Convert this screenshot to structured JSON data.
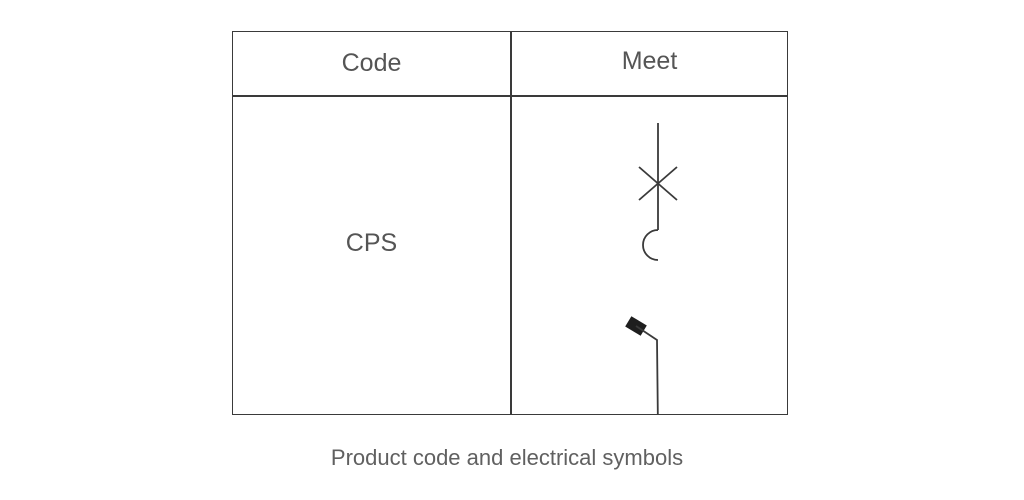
{
  "table": {
    "headers": [
      "Code",
      "Meet"
    ],
    "rows": [
      {
        "code": "CPS",
        "symbol": "electrical-circuit-breaker-symbol"
      }
    ]
  },
  "caption": "Product code and electrical symbols"
}
